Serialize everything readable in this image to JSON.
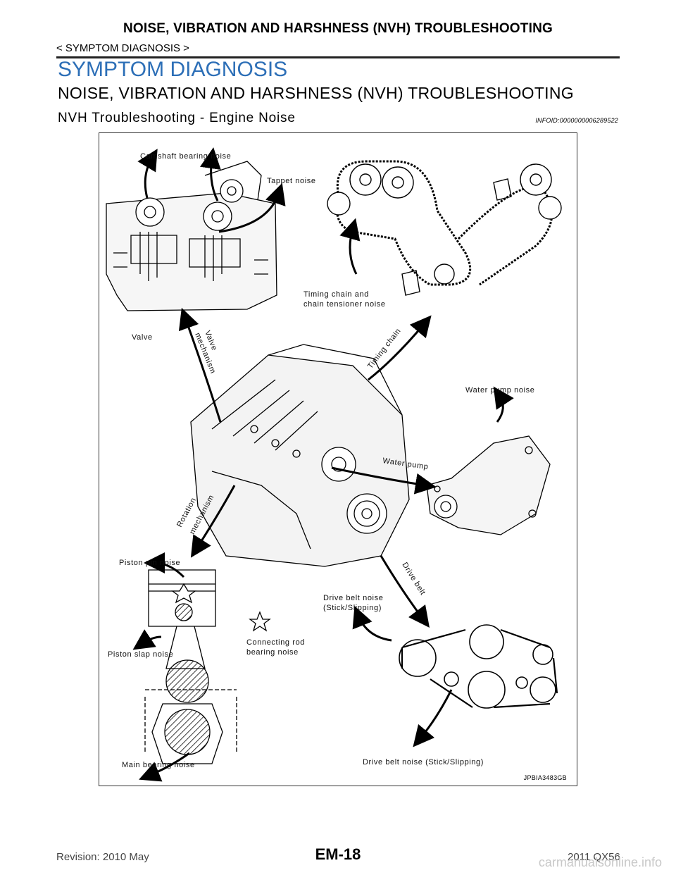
{
  "header": {
    "running_title": "NOISE, VIBRATION AND HARSHNESS (NVH) TROUBLESHOOTING",
    "breadcrumb": "< SYMPTOM DIAGNOSIS >"
  },
  "section_title": "SYMPTOM DIAGNOSIS",
  "subsection_title": "NOISE, VIBRATION AND HARSHNESS (NVH) TROUBLESHOOTING",
  "topic_title": "NVH Troubleshooting - Engine Noise",
  "info_id": "INFOID:0000000006289522",
  "figure": {
    "code": "JPBIA3483GB",
    "labels": {
      "camshaft_bearing": "Camshaft bearing noise",
      "tappet": "Tappet noise",
      "timing_chain_noise_1": "Timing chain and",
      "timing_chain_noise_2": "chain tensioner noise",
      "valve": "Valve",
      "valve_mechanism_1": "Valve",
      "valve_mechanism_2": "mechanism",
      "timing_chain": "Timing chain",
      "water_pump_noise": "Water pump noise",
      "water_pump": "Water pump",
      "rotation_mechanism_1": "Rotation",
      "rotation_mechanism_2": "mechanism",
      "piston_pin": "Piston pin noise",
      "drive_belt": "Drive belt",
      "drive_belt_noise_1": "Drive belt noise",
      "drive_belt_noise_2": "(Stick/Slipping)",
      "piston_slap": "Piston slap noise",
      "con_rod_1": "Connecting rod",
      "con_rod_2": "bearing noise",
      "main_bearing": "Main bearing noise",
      "drive_belt_bottom": "Drive belt noise (Stick/Slipping)"
    }
  },
  "footer": {
    "revision": "Revision: 2010 May",
    "page_number": "EM-18",
    "model": "2011 QX56",
    "watermark": "carmanualsonline.info"
  }
}
